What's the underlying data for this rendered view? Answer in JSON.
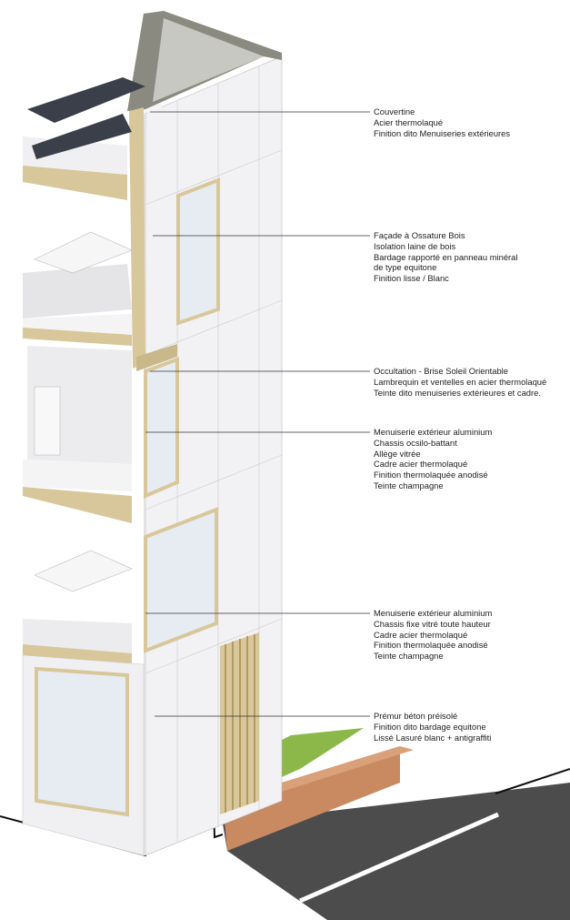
{
  "annotations": [
    {
      "id": "couvertine",
      "lines": [
        "Couvertine",
        "Acier thermolaqué",
        "Finition dito Menuiseries extérieures"
      ]
    },
    {
      "id": "facade",
      "lines": [
        "Façade à Ossature Bois",
        "Isolation laine de bois",
        "Bardage rapporté en panneau minéral",
        "de type equitone",
        "Finition lisse / Blanc"
      ]
    },
    {
      "id": "occultation",
      "lines": [
        "Occultation - Brise Soleil Orientable",
        "Lambrequin et ventelles en acier thermolaqué",
        "Teinte dito menuiseries extérieures et cadre."
      ]
    },
    {
      "id": "menuiserie-1",
      "lines": [
        "Menuiserie extérieur aluminium",
        "Chassis ocsilo-battant",
        "Allège vitrée",
        "Cadre acier thermolaqué",
        "Finition thermolaquée anodisé",
        "Teinte champagne"
      ]
    },
    {
      "id": "menuiserie-2",
      "lines": [
        "Menuiserie extérieur aluminium",
        "Chassis fixe vitré toute hauteur",
        "Cadre acier thermolaqué",
        "Finition thermolaquée anodisé",
        "Teinte champagne"
      ]
    },
    {
      "id": "premur",
      "lines": [
        "Prémur béton préisolé",
        "Finition dito bardage equitone",
        "Lissé Lasuré blanc + antigraffiti"
      ]
    }
  ],
  "colors": {
    "panel": "#f2f2f4",
    "shade": "#dcdcdf",
    "frame": "#d8c79a",
    "coping": "#8a8a80",
    "solar": "#3a3f4a",
    "grass": "#8cb84a",
    "stone": "#c98a62",
    "road": "#4a4a4a"
  }
}
